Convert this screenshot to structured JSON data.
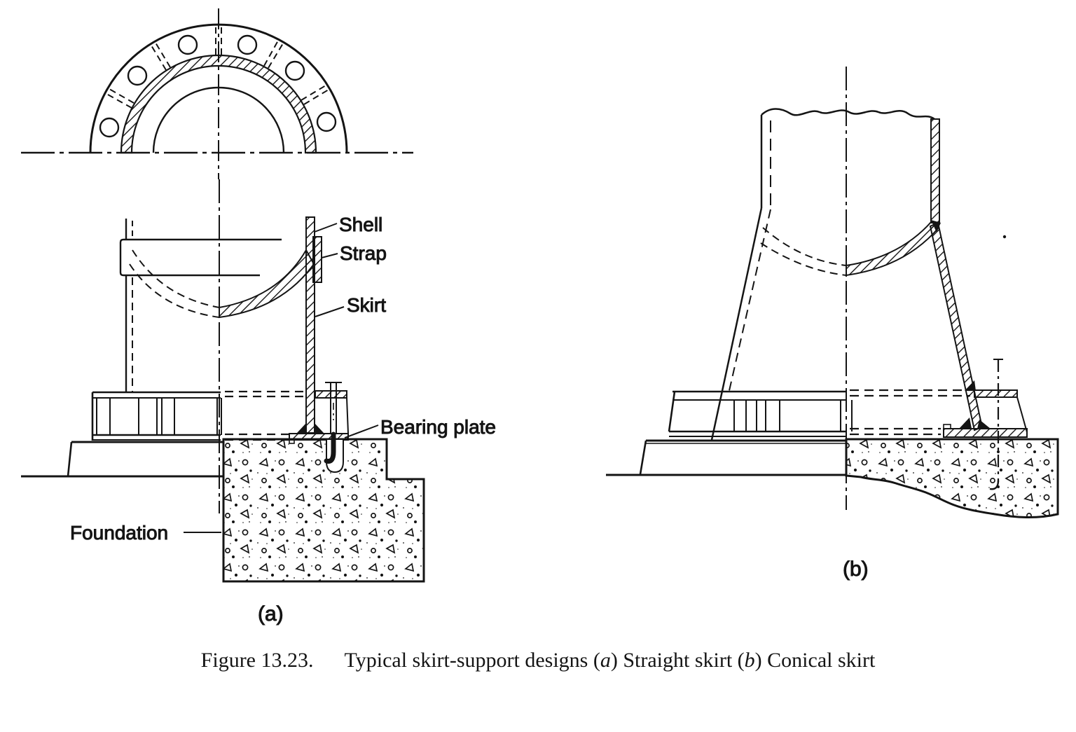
{
  "figure": {
    "caption": {
      "prefix": "Figure 13.23.",
      "body_1": "Typical skirt-support designs (",
      "italic_a": "a",
      "body_2": ") Straight skirt (",
      "italic_b": "b",
      "body_3": ") Conical skirt"
    },
    "labels": {
      "shell": "Shell",
      "strap": "Strap",
      "skirt": "Skirt",
      "bearing_plate": "Bearing plate",
      "foundation": "Foundation",
      "sub_a": "(a)",
      "sub_b": "(b)"
    },
    "colors": {
      "ink": "#141414",
      "paper": "#ffffff"
    }
  }
}
